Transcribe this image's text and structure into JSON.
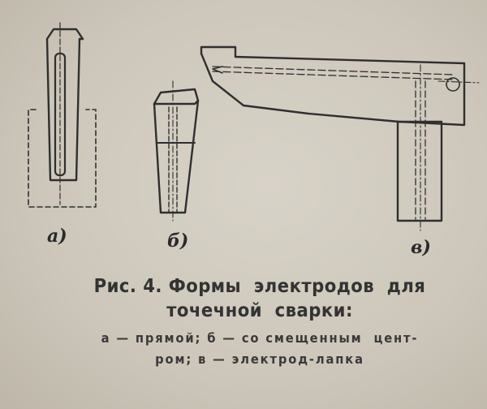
{
  "figure": {
    "labels": {
      "a": "а)",
      "b": "б)",
      "c": "в)"
    },
    "caption": {
      "line1": "Рис. 4. Формы  электродов  для",
      "line2": "точечной  сварки:",
      "line3": "а — прямой; б — со смещенным  цент-",
      "line4": "ром; в — электрод-лапка"
    }
  },
  "colors": {
    "paper": "#cfc9bd",
    "ink": "#2a2a2a"
  }
}
